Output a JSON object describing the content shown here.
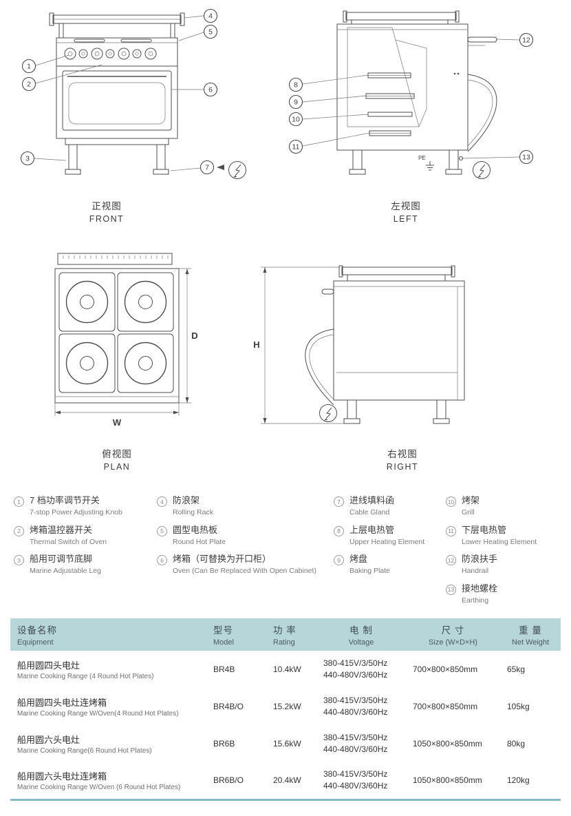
{
  "views": {
    "front": {
      "title_cn": "正视图",
      "title_en": "FRONT"
    },
    "left": {
      "title_cn": "左视图",
      "title_en": "LEFT"
    },
    "plan": {
      "title_cn": "俯视图",
      "title_en": "PLAN"
    },
    "right": {
      "title_cn": "右视图",
      "title_en": "RIGHT"
    }
  },
  "dim_labels": {
    "w": "W",
    "d": "D",
    "h": "H",
    "pe": "PE"
  },
  "callouts": {
    "c1": "1",
    "c2": "2",
    "c3": "3",
    "c4": "4",
    "c5": "5",
    "c6": "6",
    "c7": "7",
    "c8": "8",
    "c9": "9",
    "c10": "10",
    "c11": "11",
    "c12": "12",
    "c13": "13"
  },
  "legend": [
    {
      "num": "1",
      "cn": "7 档功率调节开关",
      "en": "7-stop Power Adjusting Knob"
    },
    {
      "num": "2",
      "cn": "烤箱温控器开关",
      "en": "Thermal Switch of Oven"
    },
    {
      "num": "3",
      "cn": "船用可调节底脚",
      "en": "Marine Adjustable Leg"
    },
    {
      "num": "4",
      "cn": "防浪架",
      "en": "Rolling Rack"
    },
    {
      "num": "5",
      "cn": "圆型电热板",
      "en": "Round Hot Plate"
    },
    {
      "num": "6",
      "cn": "烤箱（可替换为开口柜）",
      "en": "Oven (Can Be Replaced With Open Cabinet)"
    },
    {
      "num": "7",
      "cn": "进线填料函",
      "en": "Cable Gland"
    },
    {
      "num": "8",
      "cn": "上层电热管",
      "en": "Upper Heating Element"
    },
    {
      "num": "9",
      "cn": "烤盘",
      "en": "Baking Plate"
    },
    {
      "num": "10",
      "cn": "烤架",
      "en": "Grill"
    },
    {
      "num": "11",
      "cn": "下层电热管",
      "en": "Lower Heating Element"
    },
    {
      "num": "12",
      "cn": "防浪扶手",
      "en": "Handrail"
    },
    {
      "num": "13",
      "cn": "接地螺栓",
      "en": "Earthing"
    }
  ],
  "table": {
    "headers": {
      "equipment_cn": "设备名称",
      "equipment_en": "Equipment",
      "model_cn": "型号",
      "model_en": "Model",
      "rating_cn": "功 率",
      "rating_en": "Rating",
      "voltage_cn": "电 制",
      "voltage_en": "Voltage",
      "size_cn": "尺 寸",
      "size_en": "Size (W×D×H)",
      "weight_cn": "重 量",
      "weight_en": "Net Weight"
    },
    "rows": [
      {
        "name_cn": "船用圆四头电灶",
        "name_en": "Marine Cooking Range (4 Round Hot Plates)",
        "model": "BR4B",
        "rating": "10.4kW",
        "voltage_50": "380-415V/3/50Hz",
        "voltage_60": "440-480V/3/60Hz",
        "size": "700×800×850mm",
        "weight": "65kg"
      },
      {
        "name_cn": "船用圆四头电灶连烤箱",
        "name_en": "Marine Cooking Range W/Oven(4 Round Hot Plates)",
        "model": "BR4B/O",
        "rating": "15.2kW",
        "voltage_50": "380-415V/3/50Hz",
        "voltage_60": "440-480V/3/60Hz",
        "size": "700×800×850mm",
        "weight": "105kg"
      },
      {
        "name_cn": "船用圆六头电灶",
        "name_en": "Marine Cooking Range(6 Round Hot Plates)",
        "model": "BR6B",
        "rating": "15.6kW",
        "voltage_50": "380-415V/3/50Hz",
        "voltage_60": "440-480V/3/60Hz",
        "size": "1050×800×850mm",
        "weight": "80kg"
      },
      {
        "name_cn": "船用圆六头电灶连烤箱",
        "name_en": "Marine Cooking Range W/Oven (6 Round Hot Plates)",
        "model": "BR6B/O",
        "rating": "20.4kW",
        "voltage_50": "380-415V/3/50Hz",
        "voltage_60": "440-480V/3/60Hz",
        "size": "1050×800×850mm",
        "weight": "120kg"
      }
    ]
  },
  "colors": {
    "table_header_bg": "#b7d6da",
    "table_bottom_line": "#85bac3",
    "drawing_line": "#4d4d4d",
    "text": "#3c3c3c",
    "muted_text": "#7c7c7c"
  }
}
